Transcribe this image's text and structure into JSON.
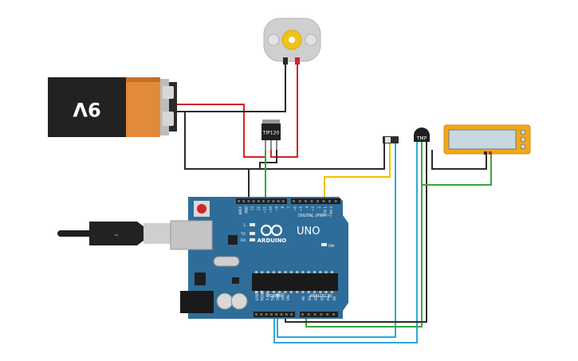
{
  "battery": {
    "label": "9V"
  },
  "transistor": {
    "label": "TIP120"
  },
  "sensor": {
    "label": "TMP"
  },
  "arduino": {
    "brand": "ARDUINO",
    "model": "UNO",
    "digital_label": "DIGITAL (PWM~)",
    "power_label": "POWER",
    "analog_label": "ANALOG IN",
    "on_label": "ON",
    "l_label": "L",
    "tx_label": "TX",
    "rx_label": "RX",
    "top_pins": [
      "AREF",
      "GND",
      "13",
      "12",
      "~11",
      "~10",
      "~9",
      "8",
      "7",
      "~6",
      "~5",
      "4",
      "~3",
      "2",
      "TX 1",
      "RX 0"
    ],
    "power_pins": [
      "IOREF",
      "RESET",
      "3.3V",
      "5V",
      "GND",
      "GND",
      "VIN"
    ],
    "analog_pins": [
      "A0",
      "A1",
      "A2",
      "A3",
      "A4",
      "A5"
    ]
  },
  "colors": {
    "wire_red": "#d2232a",
    "wire_black": "#2b2b2b",
    "wire_green": "#3aa63a",
    "wire_yellow": "#f2c200",
    "wire_blue": "#2ea8d8",
    "board": "#2e6d99",
    "lcd_frame": "#f2a818",
    "motor_gear": "#f0c31a"
  }
}
